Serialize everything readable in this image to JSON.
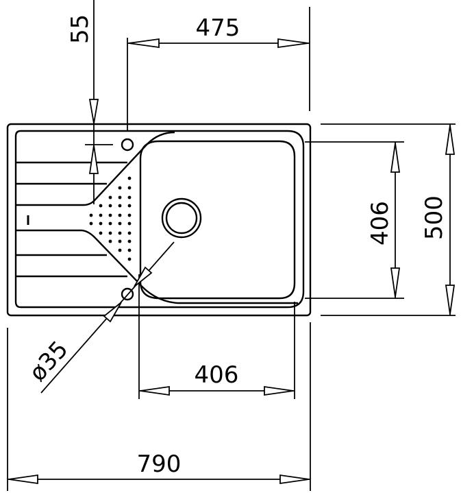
{
  "dimensions": {
    "tap_offset": "55",
    "tap_to_right_edge": "475",
    "bowl_depth": "406",
    "overall_depth": "500",
    "hole_diameter": "ø35",
    "bowl_width": "406",
    "overall_width": "790"
  }
}
